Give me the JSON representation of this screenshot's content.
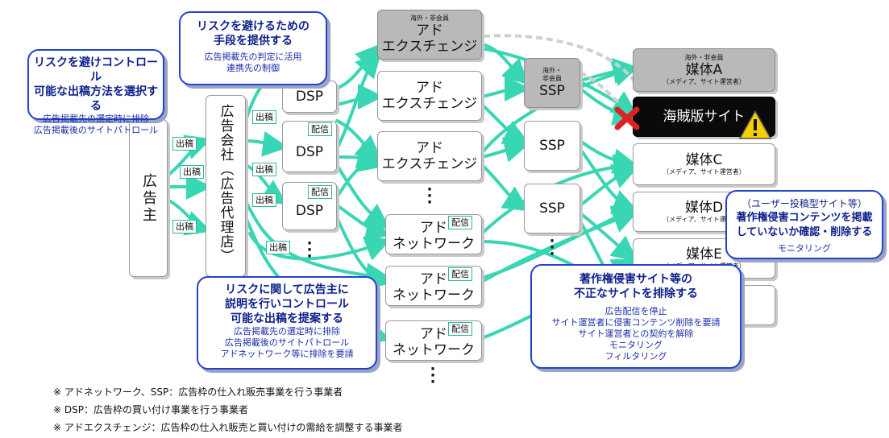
{
  "advertiser": {
    "label": "広告主"
  },
  "agency": {
    "label": "広告会社（広告代理店）"
  },
  "tags": {
    "placement": "出稿",
    "delivery": "配信"
  },
  "dsp": {
    "label": "DSP"
  },
  "ad_exchange": {
    "label_line1": "アド",
    "label_line2": "エクスチェンジ",
    "overseas_tag": "海外・非会員"
  },
  "ad_network": {
    "label_line1": "アド",
    "label_line2": "ネットワーク"
  },
  "ssp": {
    "label": "SSP",
    "overseas_tag_line1": "海外・",
    "overseas_tag_line2": "非会員"
  },
  "media": {
    "a_tag": "海外・非会員",
    "a": "媒体A",
    "sub": "（メディア、サイト運営者）",
    "pirate": "海賊版サイト",
    "c": "媒体C",
    "d": "媒体D",
    "e": "媒体E"
  },
  "callouts": {
    "advertiser": {
      "line1": "リスクを避けコントロール",
      "line2": "可能な出稿方法を選択する",
      "body1": "広告掲載先の選定時に排除",
      "body2": "広告掲載後のサイトパトロール"
    },
    "dsp": {
      "line1": "リスクを避けるための",
      "line2": "手段を提供する",
      "body1": "広告掲載先の判定に活用",
      "body2": "連携先の制御"
    },
    "agency": {
      "line1": "リスクに関して広告主に",
      "line2": "説明を行いコントロール",
      "line3": "可能な出稿を提案する",
      "body1": "広告掲載先の選定時に排除",
      "body2": "広告掲載後のサイトパトロール",
      "body3": "アドネットワーク等に排除を要請"
    },
    "network": {
      "line1": "著作権侵害サイト等の",
      "line2": "不正なサイトを排除する",
      "body1": "広告配信を停止",
      "body2": "サイト運営者に侵害コンテンツ削除を要請",
      "body3": "サイト運営者との契約を解除",
      "body4": "モニタリング",
      "body5": "フィルタリング"
    },
    "media": {
      "line1": "（ユーザー投稿型サイト等）",
      "line2": "著作権侵害コンテンツを掲載",
      "line3": "していないか確認・削除する",
      "body1": "モニタリング"
    }
  },
  "notes": [
    "※ アドネットワーク、SSP：広告枠の仕入れ販売事業を行う事業者",
    "※ DSP：広告枠の買い付け事業を行う事業者",
    "※ アドエクスチェンジ：広告枠の仕入れ販売と買い付けの需給を調整する事業者"
  ],
  "colors": {
    "flow": "#2fd4b0",
    "callout_border": "#2244cc",
    "callout_text": "#1a2fb0",
    "pirate_bg": "#0a0a0a",
    "gray_box": "#b9b9b9"
  }
}
